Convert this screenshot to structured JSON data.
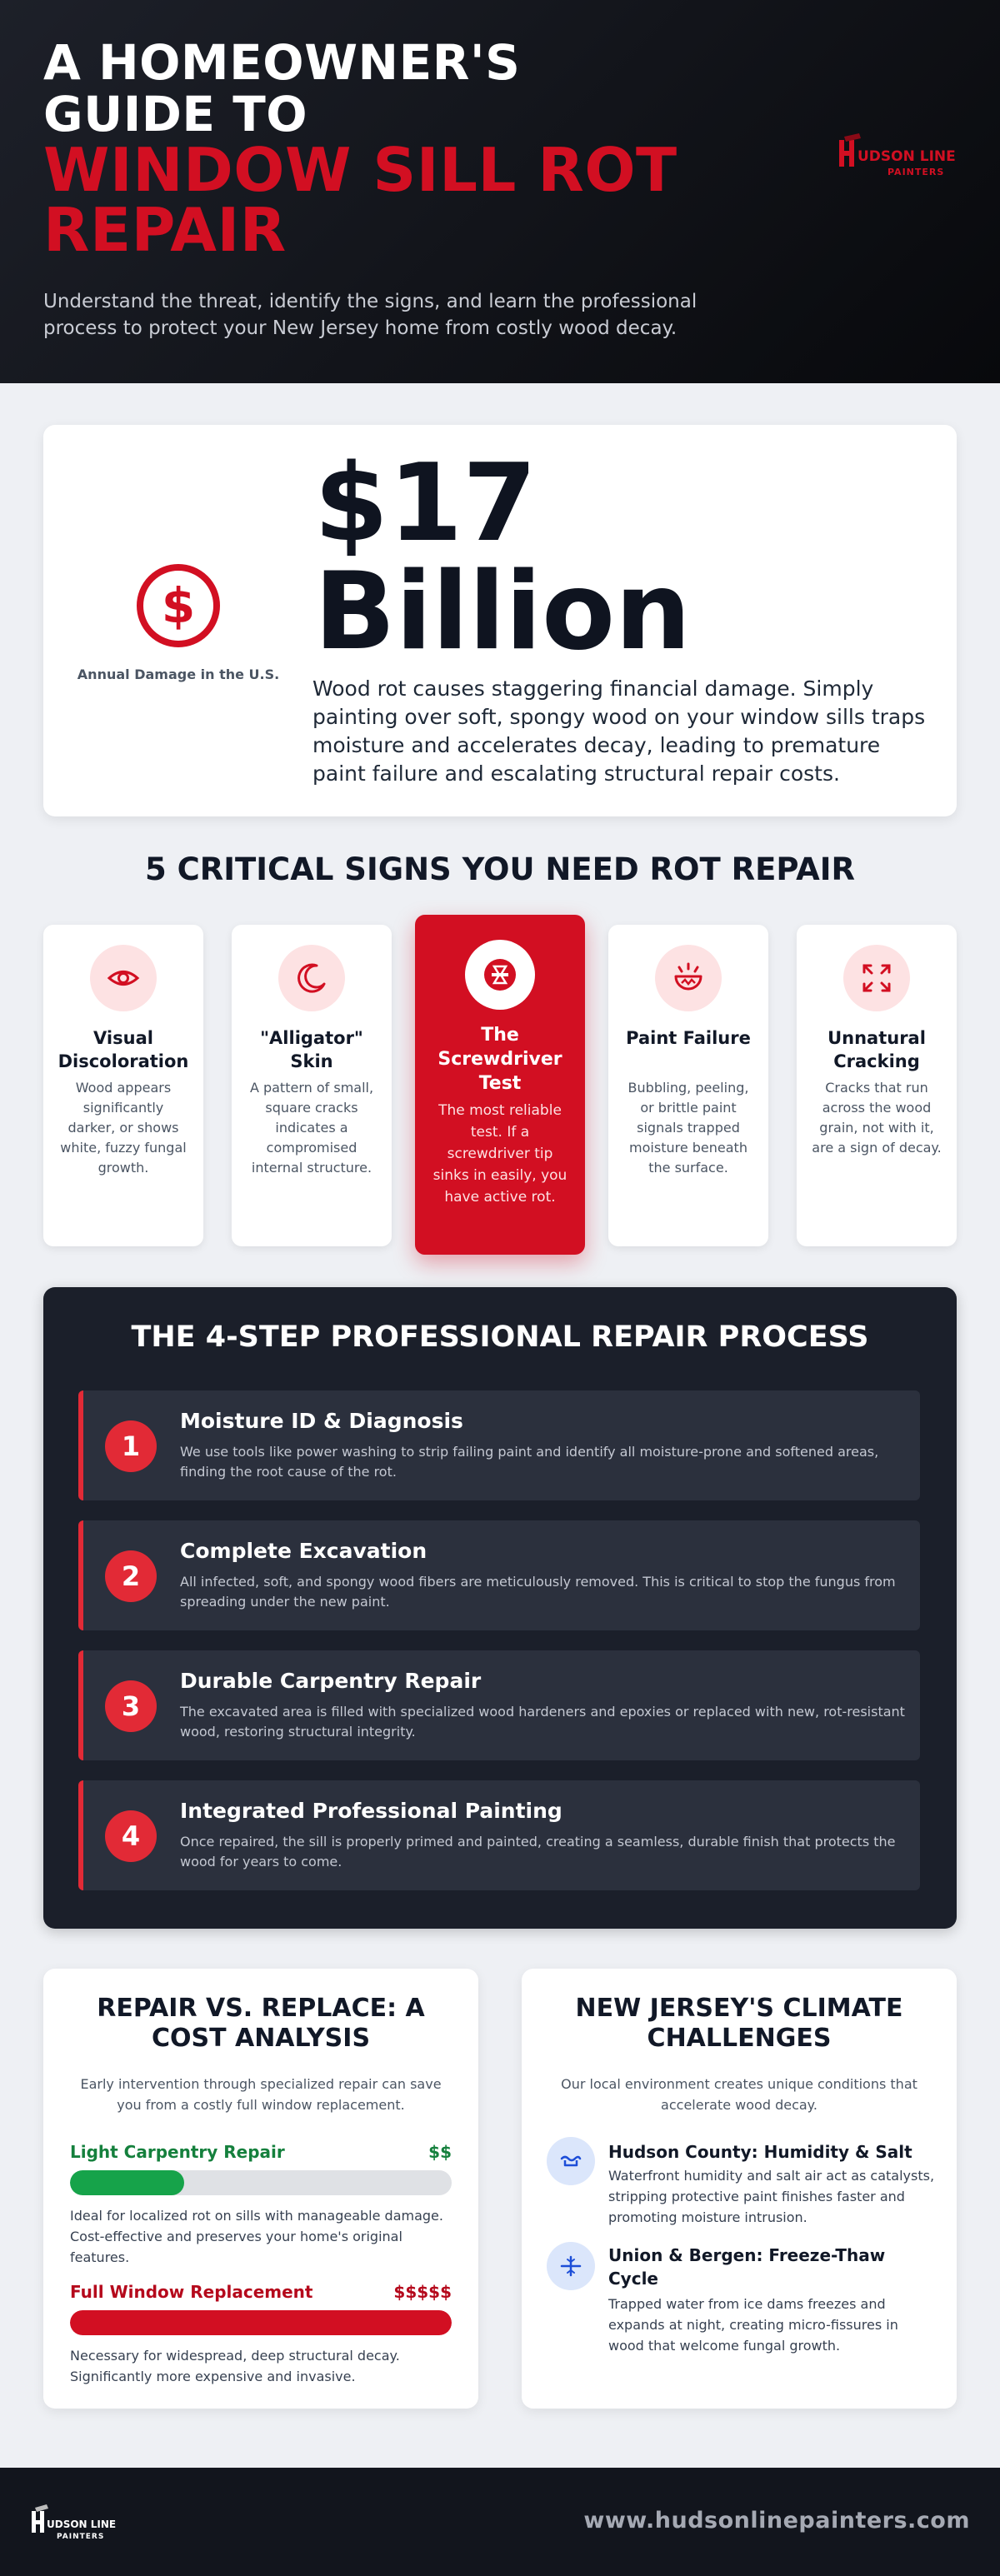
{
  "header": {
    "title_line1": "A HOMEOWNER'S GUIDE TO",
    "title_line2": "WINDOW SILL ROT REPAIR",
    "subtitle": "Understand the threat, identify the signs, and learn the professional process to protect your New Jersey home from costly wood decay.",
    "logo_text": "HUDSON LINE",
    "logo_sub": "PAINTERS"
  },
  "stat": {
    "icon": "dollar-icon",
    "label": "Annual Damage in the U.S.",
    "number": "$17 Billion",
    "description": "Wood rot causes staggering financial damage. Simply painting over soft, spongy wood on your window sills traps moisture and accelerates decay, leading to premature paint failure and escalating structural repair costs."
  },
  "signs": {
    "title": "5 CRITICAL SIGNS YOU NEED ROT REPAIR",
    "items": [
      {
        "icon": "eye-icon",
        "title": "Visual Discoloration",
        "text": "Wood appears significantly darker, or shows white, fuzzy fungal growth."
      },
      {
        "icon": "moon-icon",
        "title": "\"Alligator\" Skin",
        "text": "A pattern of small, square cracks indicates a compromised internal structure."
      },
      {
        "icon": "screwdriver-icon",
        "title": "The Screwdriver Test",
        "text": "The most reliable test. If a screwdriver tip sinks in easily, you have active rot."
      },
      {
        "icon": "paint-failure-icon",
        "title": "Paint Failure",
        "text": "Bubbling, peeling, or brittle paint signals trapped moisture beneath the surface."
      },
      {
        "icon": "expand-arrows-icon",
        "title": "Unnatural Cracking",
        "text": "Cracks that run across the wood grain, not with it, are a sign of decay."
      }
    ]
  },
  "process": {
    "title": "THE 4-STEP PROFESSIONAL REPAIR PROCESS",
    "steps": [
      {
        "num": "1",
        "title": "Moisture ID & Diagnosis",
        "text": "We use tools like power washing to strip failing paint and identify all moisture-prone and softened areas, finding the root cause of the rot."
      },
      {
        "num": "2",
        "title": "Complete Excavation",
        "text": "All infected, soft, and spongy wood fibers are meticulously removed. This is critical to stop the fungus from spreading under the new paint."
      },
      {
        "num": "3",
        "title": "Durable Carpentry Repair",
        "text": "The excavated area is filled with specialized wood hardeners and epoxies or replaced with new, rot-resistant wood, restoring structural integrity."
      },
      {
        "num": "4",
        "title": "Integrated Professional Painting",
        "text": "Once repaired, the sill is properly primed and painted, creating a seamless, durable finish that protects the wood for years to come."
      }
    ]
  },
  "cost": {
    "title": "REPAIR VS. REPLACE: A COST ANALYSIS",
    "intro": "Early intervention through specialized repair can save you from a costly full window replacement.",
    "options": [
      {
        "label": "Light Carpentry Repair",
        "price": "$$",
        "level": 0.3,
        "color": "#16a34a",
        "desc": "Ideal for localized rot on sills with manageable damage. Cost-effective and preserves your home's original features."
      },
      {
        "label": "Full Window Replacement",
        "price": "$$$$$",
        "level": 1.0,
        "color": "#d20f22",
        "desc": "Necessary for widespread, deep structural decay. Significantly more expensive and invasive."
      }
    ]
  },
  "climate": {
    "title": "NEW JERSEY'S CLIMATE CHALLENGES",
    "intro": "Our local environment creates unique conditions that accelerate wood decay.",
    "items": [
      {
        "icon": "water-wave-icon",
        "title": "Hudson County: Humidity & Salt",
        "text": "Waterfront humidity and salt air act as catalysts, stripping protective paint finishes faster and promoting moisture intrusion."
      },
      {
        "icon": "snowflake-icon",
        "title": "Union & Bergen: Freeze-Thaw Cycle",
        "text": "Trapped water from ice dams freezes and expands at night, creating micro-fissures in wood that welcome fungal growth."
      }
    ]
  },
  "footer": {
    "url": "www.hudsonlinepainters.com"
  },
  "colors": {
    "accent": "#d20f22",
    "dark": "#1b1f2a",
    "green": "#16a34a"
  }
}
